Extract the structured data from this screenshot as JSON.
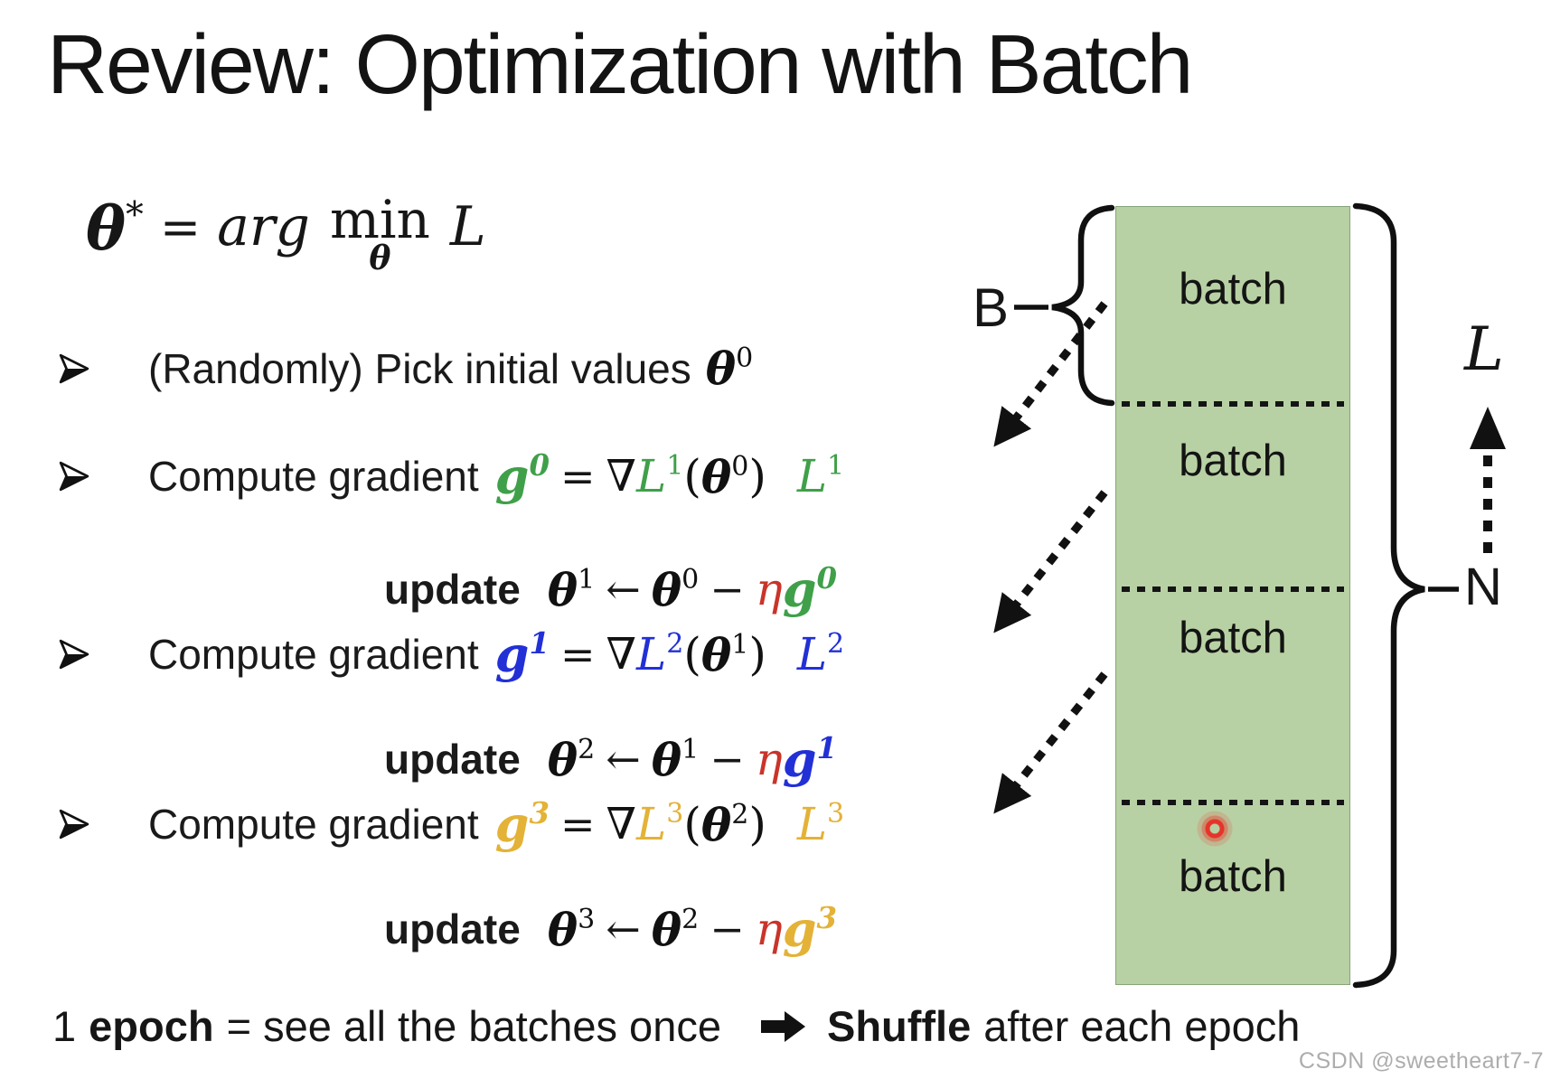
{
  "title": "Review: Optimization with Batch",
  "colors": {
    "green": "#3fa049",
    "blue": "#2230d6",
    "gold": "#e3b237",
    "red": "#c9342a",
    "batch_fill": "#b8d1a4",
    "batch_border": "#87a478",
    "laser_red": "#e82c22",
    "watermark_gray": "#adadad",
    "ink": "#131313"
  },
  "objective": {
    "theta": "θ",
    "star": "*",
    "equals": "=",
    "arg": "arg",
    "min": "min",
    "min_sub": "θ",
    "loss": "L"
  },
  "bullets": {
    "pick": {
      "text": "(Randomly) Pick initial values",
      "theta": "θ",
      "sup": "0"
    },
    "grad": [
      {
        "label": "Compute gradient",
        "g": "g",
        "g_sup": "0",
        "eq": "=",
        "nabla": "∇",
        "L": "L",
        "L_sup": "1",
        "open": "(",
        "theta": "θ",
        "theta_sup": "0",
        "close": ")",
        "tail_L": "L",
        "tail_sup": "1"
      },
      {
        "label": "Compute gradient",
        "g": "g",
        "g_sup": "1",
        "eq": "=",
        "nabla": "∇",
        "L": "L",
        "L_sup": "2",
        "open": "(",
        "theta": "θ",
        "theta_sup": "1",
        "close": ")",
        "tail_L": "L",
        "tail_sup": "2"
      },
      {
        "label": "Compute gradient",
        "g": "g",
        "g_sup": "3",
        "eq": "=",
        "nabla": "∇",
        "L": "L",
        "L_sup": "3",
        "open": "(",
        "theta": "θ",
        "theta_sup": "2",
        "close": ")",
        "tail_L": "L",
        "tail_sup": "3"
      }
    ],
    "update": [
      {
        "label": "update",
        "t_new": "θ",
        "new_sup": "1",
        "arrow": "←",
        "t_old": "θ",
        "old_sup": "0",
        "minus": "−",
        "eta": "η",
        "g": "g",
        "g_sup": "0"
      },
      {
        "label": "update",
        "t_new": "θ",
        "new_sup": "2",
        "arrow": "←",
        "t_old": "θ",
        "old_sup": "1",
        "minus": "−",
        "eta": "η",
        "g": "g",
        "g_sup": "1"
      },
      {
        "label": "update",
        "t_new": "θ",
        "new_sup": "3",
        "arrow": "←",
        "t_old": "θ",
        "old_sup": "2",
        "minus": "−",
        "eta": "η",
        "g": "g",
        "g_sup": "3"
      }
    ]
  },
  "diagram": {
    "b_label": "B",
    "n_label": "N",
    "l_label": "L",
    "batch_labels": [
      "batch",
      "batch",
      "batch",
      "batch"
    ]
  },
  "footer": {
    "prefix": "1",
    "epoch": "epoch",
    "middle": "= see all the batches once",
    "shuffle": "Shuffle",
    "suffix": "after each epoch"
  },
  "watermark": "CSDN @sweetheart7-7"
}
